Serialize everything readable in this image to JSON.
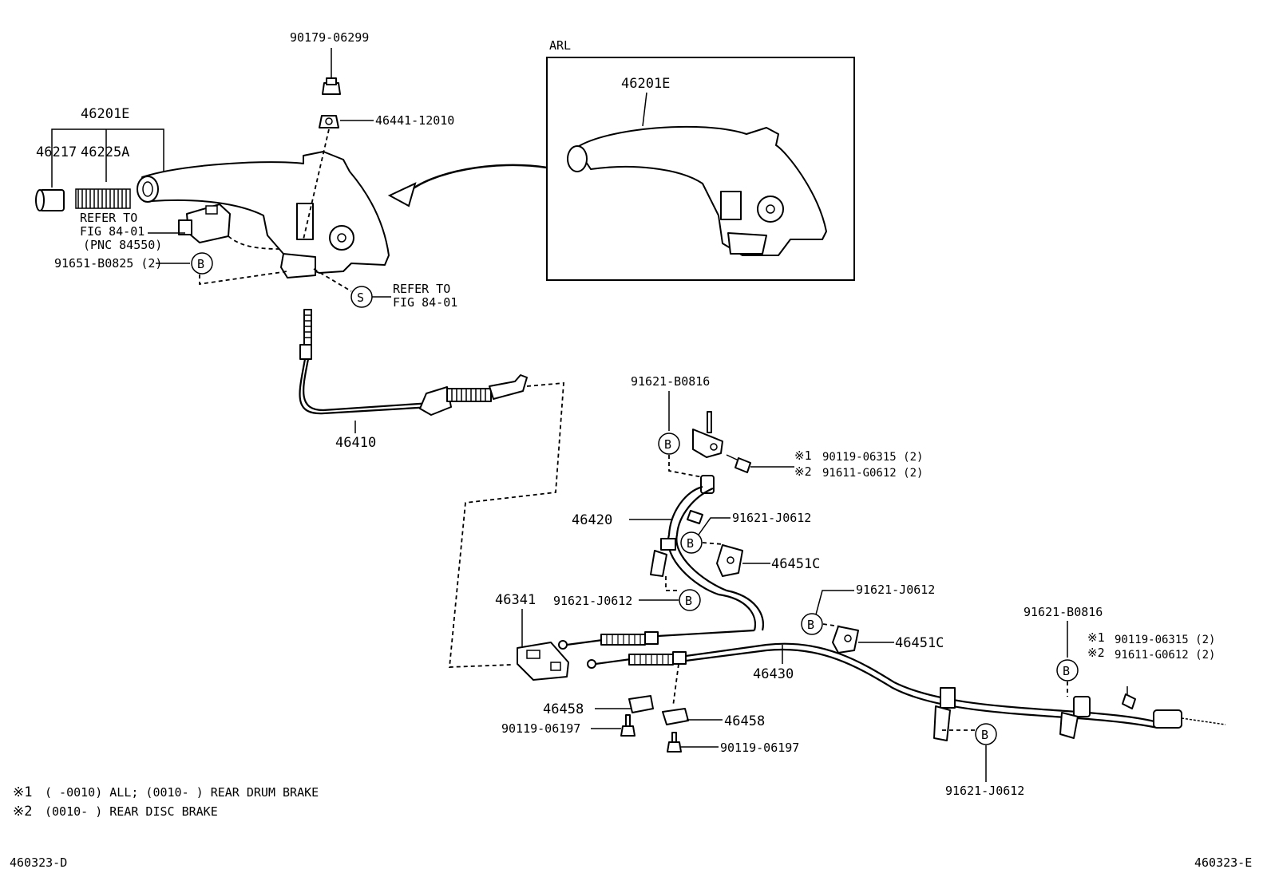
{
  "diagram_id_left": "460323-D",
  "diagram_id_right": "460323-E",
  "inset": {
    "title": "ARL",
    "part_label": "46201E"
  },
  "parts": {
    "lever_assy": "46201E",
    "grip": "46217",
    "spring": "46225A",
    "nut_top": "90179-06299",
    "nut_2": "46441-12010",
    "refer_switch_1": "REFER TO",
    "refer_switch_2": "FIG 84-01",
    "refer_switch_3": "(PNC 84550)",
    "bolt_lever": "91651-B0825 (2)",
    "refer_s_1": "REFER TO",
    "refer_s_2": "FIG 84-01",
    "front_cable": "46410",
    "bolt_upper_b": "91621-B0816",
    "note1_bolt": "90119-06315 (2)",
    "note2_bolt": "91611-G0612 (2)",
    "cable_46420": "46420",
    "bolt_j0612_a": "91621-J0612",
    "clamp_46451c_a": "46451C",
    "bolt_j0612_b": "91621-J0612",
    "equalizer": "46341",
    "bolt_j0612_c": "91621-J0612",
    "clamp_46451c_b": "46451C",
    "cable_46430": "46430",
    "bolt_b0816_r": "91621-B0816",
    "note1_bolt_r": "90119-06315 (2)",
    "note2_bolt_r": "91611-G0612 (2)",
    "clip_46458_a": "46458",
    "screw_06197_a": "90119-06197",
    "clip_46458_b": "46458",
    "screw_06197_b": "90119-06197",
    "bolt_j0612_d": "91621-J0612"
  },
  "markers": {
    "b": "B",
    "s": "S",
    "note1": "※1",
    "note2": "※2"
  },
  "footnotes": {
    "note1_mark": "※1",
    "note1_text": "(      -0010) ALL; (0010-      ) REAR DRUM BRAKE",
    "note2_mark": "※2",
    "note2_text": "(0010-      ) REAR DISC BRAKE"
  }
}
